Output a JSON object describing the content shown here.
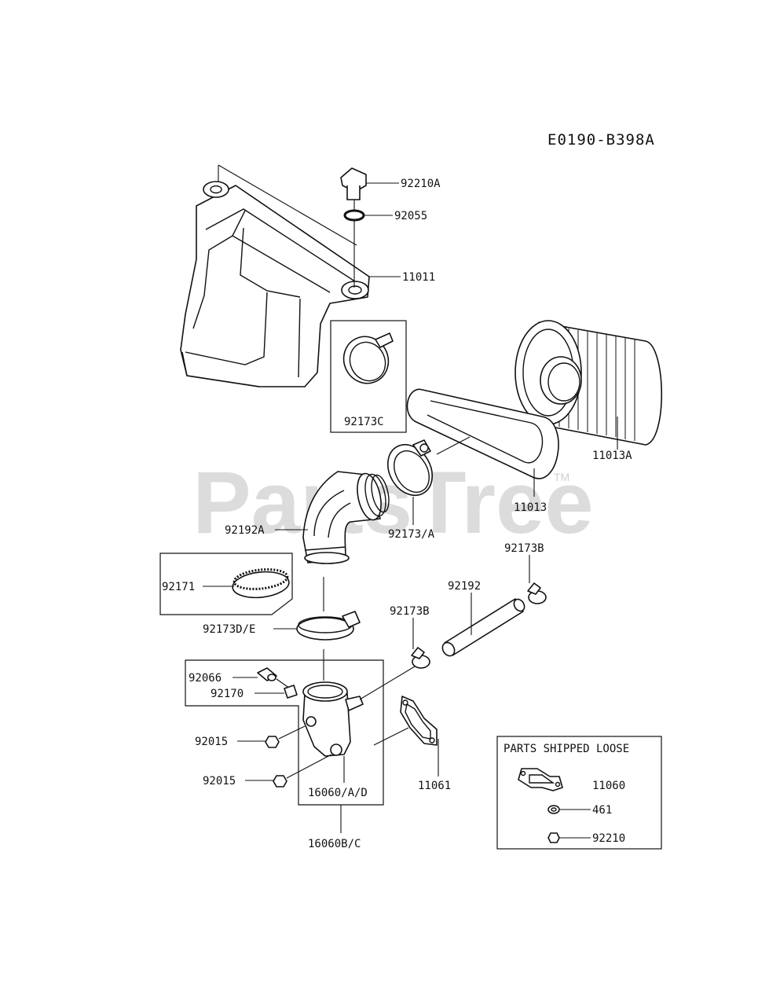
{
  "diagram_code": "E0190-B398A",
  "watermark": "PartsTree",
  "watermark_tm": "TM",
  "labels": {
    "p92210A": "92210A",
    "p92055": "92055",
    "p11011": "11011",
    "p92173C": "92173C",
    "p11013A": "11013A",
    "p11013": "11013",
    "p92192A": "92192A",
    "p92173A": "92173/A",
    "p92171": "92171",
    "p92173DE": "92173D/E",
    "p92173B_top": "92173B",
    "p92192": "92192",
    "p92173B_mid": "92173B",
    "p92066": "92066",
    "p92170": "92170",
    "p92015_a": "92015",
    "p92015_b": "92015",
    "p16060AD": "16060/A/D",
    "p16060BC": "16060B/C",
    "p11061": "11061"
  },
  "loose_parts": {
    "title": "PARTS SHIPPED LOOSE",
    "items": [
      "11060",
      "461",
      "92210"
    ]
  }
}
